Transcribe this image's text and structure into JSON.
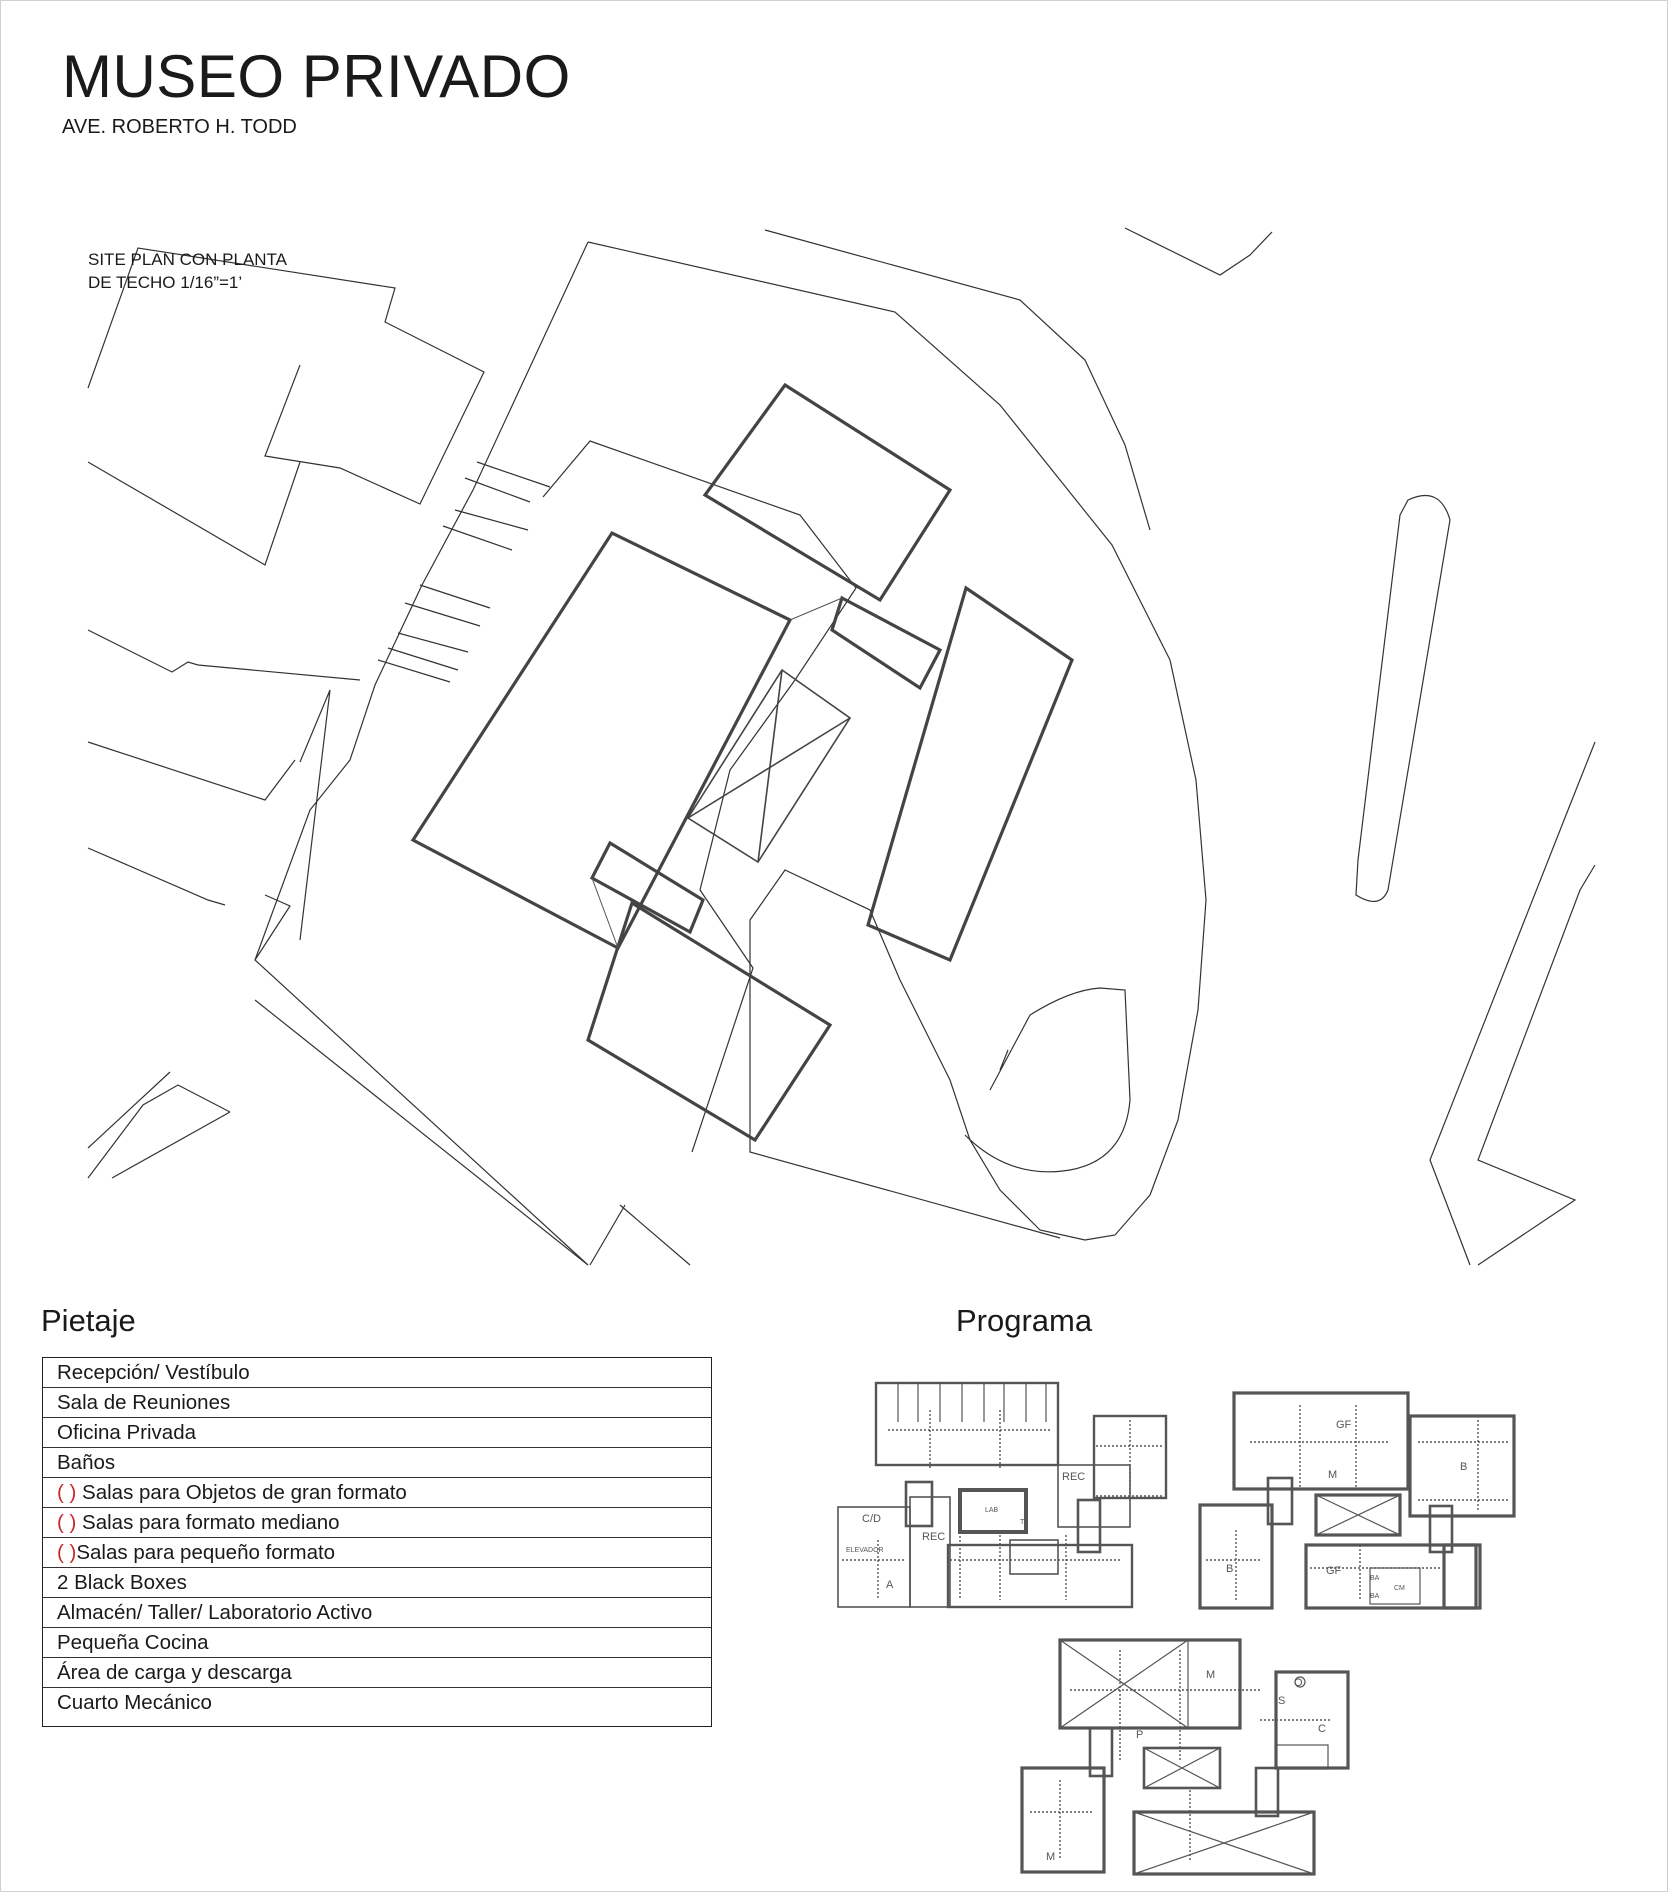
{
  "header": {
    "title": "MUSEO PRIVADO",
    "subtitle": "AVE. ROBERTO H. TODD"
  },
  "site_plan": {
    "label_line1": "SITE PLAN CON PLANTA",
    "label_line2": "DE TECHO 1/16”=1’"
  },
  "pietaje": {
    "heading": "Pietaje",
    "rows": [
      {
        "prefix": "",
        "text": "Recepción/ Vestíbulo"
      },
      {
        "prefix": "",
        "text": "Sala de Reuniones"
      },
      {
        "prefix": "",
        "text": "Oficina Privada"
      },
      {
        "prefix": "",
        "text": "Baños"
      },
      {
        "prefix": "( )",
        "text": " Salas para Objetos de gran formato"
      },
      {
        "prefix": "( )",
        "text": " Salas para formato mediano"
      },
      {
        "prefix": "( )",
        "text": "Salas para pequeño formato"
      },
      {
        "prefix": "",
        "text": "2 Black Boxes"
      },
      {
        "prefix": "",
        "text": "Almacén/ Taller/ Laboratorio Activo"
      },
      {
        "prefix": "",
        "text": "Pequeña Cocina"
      },
      {
        "prefix": "",
        "text": "Área de carga y descarga"
      },
      {
        "prefix": "",
        "text": "Cuarto Mecánico"
      }
    ]
  },
  "programa": {
    "heading": "Programa",
    "plan1": {
      "rec_top": "REC",
      "cd": "C/D",
      "rec": "REC",
      "lab": "LAB",
      "t": "T",
      "a": "A",
      "elev": "ELEVADOR"
    },
    "plan2": {
      "gf_top": "GF",
      "m": "M",
      "b_right": "B",
      "b_left": "B",
      "gf": "GF",
      "ba1": "BA",
      "ba2": "BA",
      "cm": "CM"
    },
    "plan3": {
      "m_top": "M",
      "o": "O",
      "s": "S",
      "c": "C",
      "p": "P",
      "m_bottom": "M"
    }
  }
}
